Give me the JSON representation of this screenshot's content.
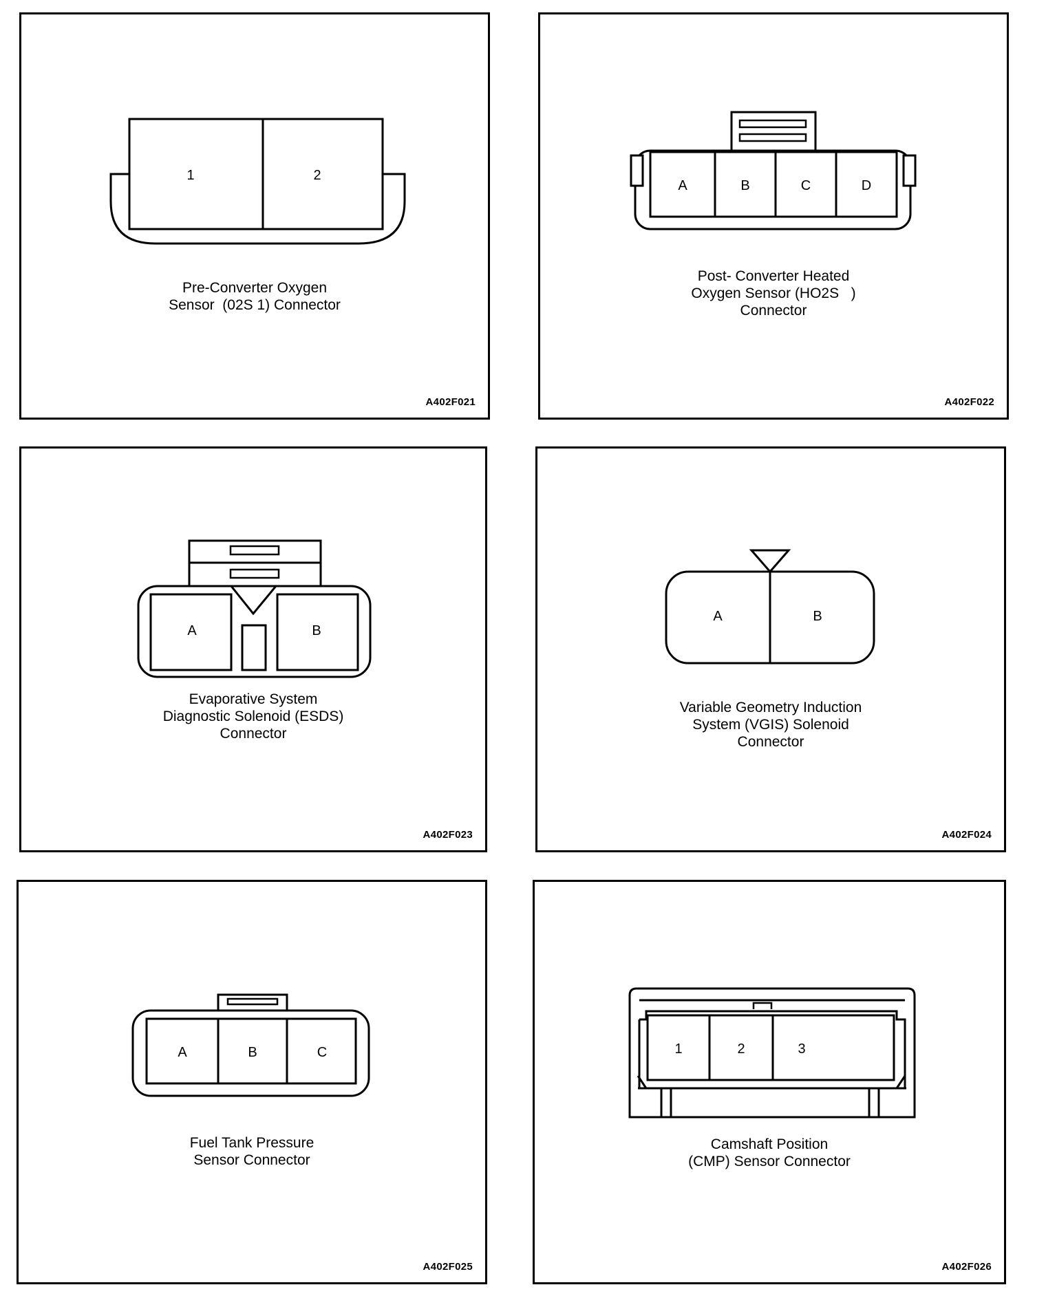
{
  "panels": [
    {
      "caption": [
        "Pre-Converter Oxygen",
        "Sensor  (02S 1) Connector"
      ],
      "code": "A402F021",
      "pins": [
        "1",
        "2"
      ]
    },
    {
      "caption": [
        "Post- Converter Heated",
        "Oxygen Sensor (HO2S   )",
        "Connector"
      ],
      "code": "A402F022",
      "pins": [
        "A",
        "B",
        "C",
        "D"
      ]
    },
    {
      "caption": [
        "Evaporative System",
        "Diagnostic Solenoid (ESDS)",
        "Connector"
      ],
      "code": "A402F023",
      "pins": [
        "A",
        "B"
      ]
    },
    {
      "caption": [
        "Variable Geometry Induction",
        "System (VGIS) Solenoid",
        "Connector"
      ],
      "code": "A402F024",
      "pins": [
        "A",
        "B"
      ]
    },
    {
      "caption": [
        "Fuel Tank Pressure",
        "Sensor Connector"
      ],
      "code": "A402F025",
      "pins": [
        "A",
        "B",
        "C"
      ]
    },
    {
      "caption": [
        "Camshaft Position",
        "(CMP) Sensor Connector"
      ],
      "code": "A402F026",
      "pins": [
        "1",
        "2",
        "3"
      ]
    }
  ]
}
